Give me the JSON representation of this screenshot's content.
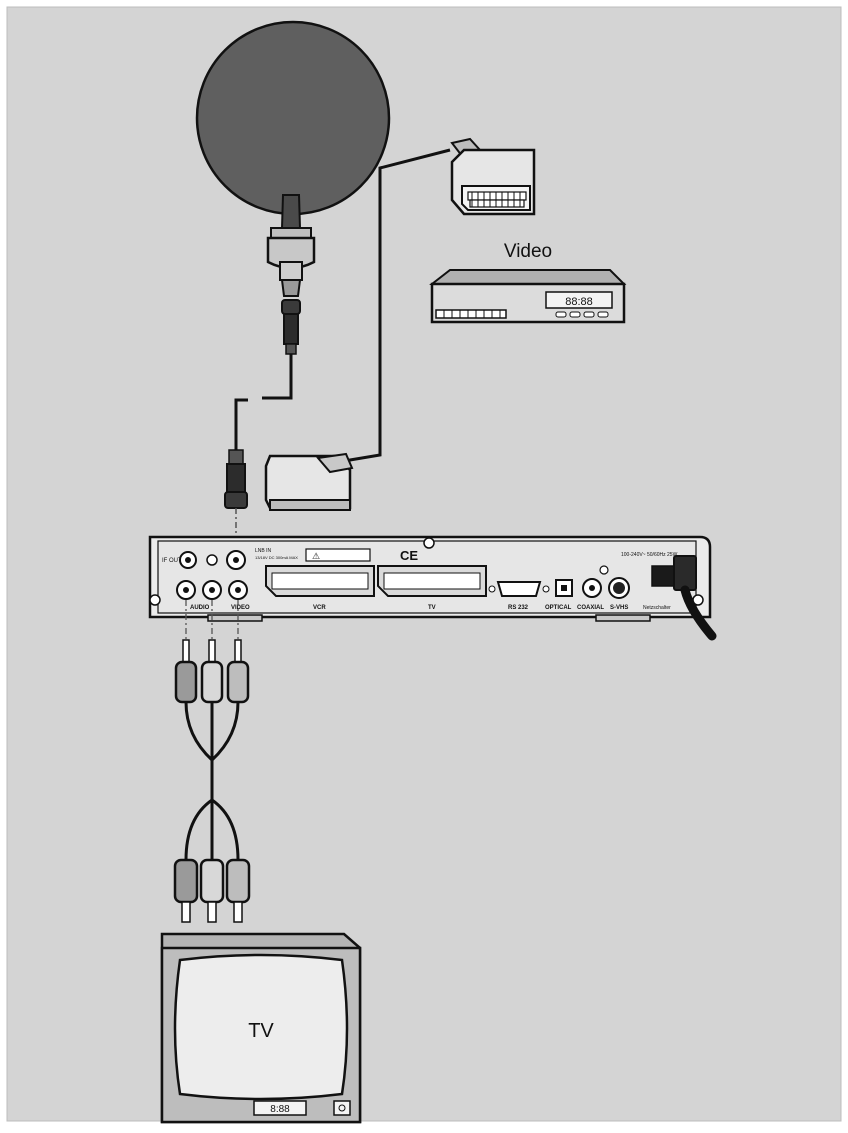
{
  "labels": {
    "video_device": "Video",
    "tv_device": "TV",
    "vcr_display": "88:88",
    "tv_display": "8:88"
  },
  "receiver": {
    "if_out": "IF OUT",
    "lnb_in": "LNB IN",
    "lnb_spec": "13/18V DC 300mA MAX",
    "warning": "⚠",
    "ce_mark": "CE",
    "audio": "AUDIO",
    "video": "VIDEO",
    "vcr": "VCR",
    "tv": "TV",
    "rs232": "RS 232",
    "optical": "OPTICAL",
    "coaxial": "COAXIAL",
    "svhs": "S-VHS",
    "power_spec": "100-240V~ 50/60Hz 25W",
    "power_label": "Netzschalter"
  },
  "colors": {
    "background": "#d4d4d4",
    "dish": "#5f5f5f",
    "line": "#1a1a1a",
    "device_face": "#dcdcdc"
  }
}
